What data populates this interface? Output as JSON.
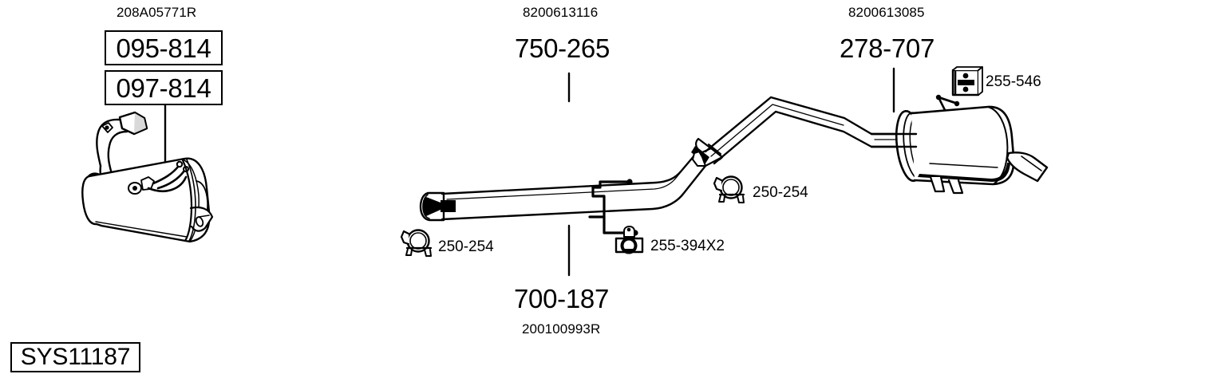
{
  "diagram": {
    "type": "exhaust-system-parts-diagram",
    "system_code": "SYS11187",
    "background_color": "#ffffff",
    "line_color": "#000000"
  },
  "components": {
    "catalytic_converter": {
      "oem_number": "208A05771R",
      "ref_primary": "095-814",
      "ref_secondary": "097-814",
      "name": "catalytic-converter"
    },
    "front_pipe": {
      "oem_number": "8200613116",
      "ref": "750-265",
      "name": "front-connecting-pipe"
    },
    "centre_pipe": {
      "ref": "700-187",
      "oem_number": "200100993R",
      "name": "centre-pipe"
    },
    "rear_silencer": {
      "oem_number": "8200613085",
      "ref": "278-707",
      "name": "rear-silencer"
    }
  },
  "accessories": [
    {
      "ref": "250-254",
      "icon": "pipe-clamp-icon",
      "name": "clamp-front"
    },
    {
      "ref": "255-394X2",
      "icon": "rubber-mount-icon",
      "name": "rubber-mount-centre"
    },
    {
      "ref": "250-254",
      "icon": "pipe-clamp-icon",
      "name": "clamp-rear"
    },
    {
      "ref": "255-546",
      "icon": "rubber-hanger-icon",
      "name": "rubber-hanger-rear"
    }
  ]
}
